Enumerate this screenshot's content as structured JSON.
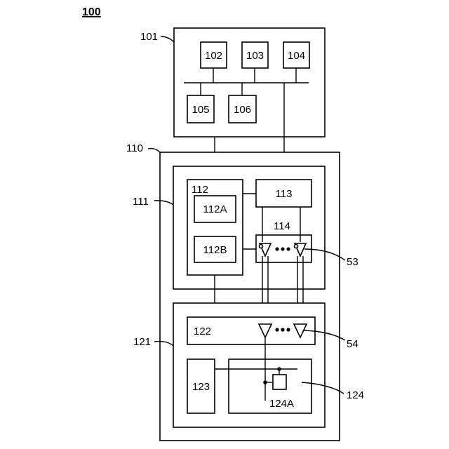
{
  "figure_label": "100",
  "blocks": {
    "b101": "101",
    "b102": "102",
    "b103": "103",
    "b104": "104",
    "b105": "105",
    "b106": "106",
    "b110": "110",
    "b111": "111",
    "b112": "112",
    "b112a": "112A",
    "b112b": "112B",
    "b113": "113",
    "b114": "114",
    "b121": "121",
    "b122": "122",
    "b123": "123",
    "b124": "124",
    "b124a": "124A"
  },
  "callouts": {
    "c53": "53",
    "c54": "54"
  }
}
